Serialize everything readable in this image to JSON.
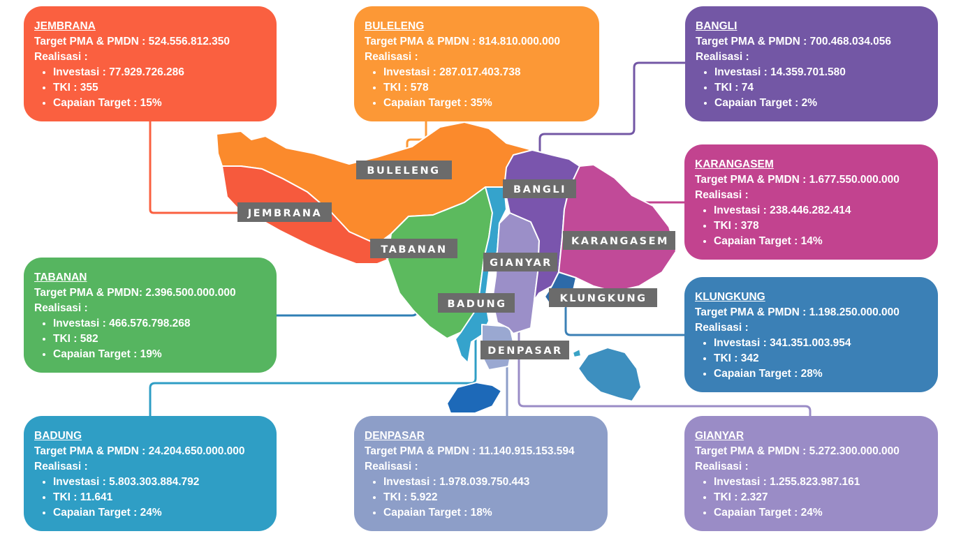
{
  "regions": [
    {
      "key": "jembrana",
      "name": "JEMBRANA",
      "target": "Target PMA & PMDN : 524.556.812.350",
      "realisasi": "Realisasi :",
      "investasi": "Investasi : 77.929.726.286",
      "tki": "TKI : 355",
      "capaian": "Capaian Target : 15%",
      "color": "#fa6040"
    },
    {
      "key": "buleleng",
      "name": "BULELENG",
      "target": "Target PMA & PMDN : 814.810.000.000",
      "realisasi": "Realisasi :",
      "investasi": "Investasi : 287.017.403.738",
      "tki": "TKI : 578",
      "capaian": "Capaian Target : 35%",
      "color": "#fc9836"
    },
    {
      "key": "bangli",
      "name": "BANGLI",
      "target": "Target PMA & PMDN : 700.468.034.056",
      "realisasi": "Realisasi :",
      "investasi": "Investasi : 14.359.701.580",
      "tki": "TKI : 74",
      "capaian": "Capaian Target : 2%",
      "color": "#7357a5"
    },
    {
      "key": "karangasem",
      "name": "KARANGASEM",
      "target": "Target PMA & PMDN : 1.677.550.000.000",
      "realisasi": "Realisasi :",
      "investasi": "Investasi : 238.446.282.414",
      "tki": "TKI : 378",
      "capaian": "Capaian Target : 14%",
      "color": "#c2438f"
    },
    {
      "key": "tabanan",
      "name": "TABANAN",
      "target": "Target PMA & PMDN: 2.396.500.000.000",
      "realisasi": "Realisasi :",
      "investasi": "Investasi : 466.576.798.268",
      "tki": "TKI : 582",
      "capaian": "Capaian Target : 19%",
      "color": "#56b560"
    },
    {
      "key": "klungkung",
      "name": "KLUNGKUNG",
      "target": "Target PMA & PMDN : 1.198.250.000.000",
      "realisasi": "Realisasi :",
      "investasi": "Investasi : 341.351.003.954",
      "tki": "TKI : 342",
      "capaian": "Capaian Target : 28%",
      "color": "#3b80b6"
    },
    {
      "key": "badung",
      "name": "BADUNG",
      "target": "Target PMA & PMDN : 24.204.650.000.000",
      "realisasi": "Realisasi :",
      "investasi": "Investasi : 5.803.303.884.792",
      "tki": "TKI : 11.641",
      "capaian": "Capaian Target : 24%",
      "color": "#2f9ec5"
    },
    {
      "key": "denpasar",
      "name": "DENPASAR",
      "target": "Target PMA & PMDN : 11.140.915.153.594",
      "realisasi": "Realisasi :",
      "investasi": "Investasi : 1.978.039.750.443",
      "tki": "TKI : 5.922",
      "capaian": "Capaian Target : 18%",
      "color": "#8d9ec8"
    },
    {
      "key": "gianyar",
      "name": "GIANYAR",
      "target": "Target PMA & PMDN : 5.272.300.000.000",
      "realisasi": "Realisasi :",
      "investasi": "Investasi : 1.255.823.987.161",
      "tki": "TKI : 2.327",
      "capaian": "Capaian Target : 24%",
      "color": "#9a8cc6"
    }
  ],
  "map_labels": {
    "buleleng": "BULELENG",
    "jembrana": "JEMBRANA",
    "bangli": "BANGLI",
    "tabanan": "TABANAN",
    "gianyar": "GIANYAR",
    "karangasem": "KARANGASEM",
    "badung": "BADUNG",
    "klungkung": "KLUNGKUNG",
    "denpasar": "DENPASAR"
  },
  "label_bg_color": "#6b6b6b"
}
